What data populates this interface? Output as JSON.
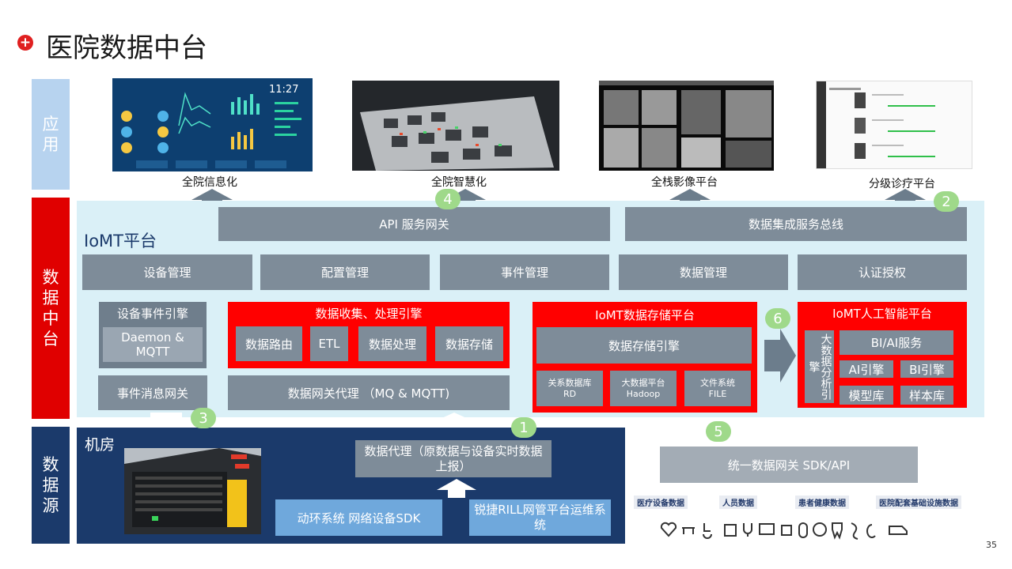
{
  "header": {
    "title": "医院数据中台",
    "bullet_icon": "plus-icon"
  },
  "side_labels": {
    "app": [
      "应",
      "用"
    ],
    "middle": [
      "数",
      "据",
      "中",
      "台"
    ],
    "source": [
      "数",
      "据",
      "源"
    ]
  },
  "apps": [
    {
      "label": "全院信息化"
    },
    {
      "label": "全院智慧化"
    },
    {
      "label": "全栈影像平台"
    },
    {
      "label": "分级诊疗平台"
    }
  ],
  "dashboard_clock": "11:27",
  "platform": {
    "name": "IoMT平台",
    "api_gateway": "API 服务网关",
    "esb": "数据集成服务总线",
    "mgmt": [
      "设备管理",
      "配置管理",
      "事件管理",
      "数据管理",
      "认证授权"
    ],
    "event_engine": {
      "title": "设备事件引擎",
      "daemon": "Daemon &\nMQTT"
    },
    "msg_gateway": "事件消息网关",
    "collect_engine": {
      "title": "数据收集、处理引擎",
      "items": [
        "数据路由",
        "ETL",
        "数据处理",
        "数据存储"
      ]
    },
    "gateway_proxy": "数据网关代理 （MQ & MQTT)",
    "storage": {
      "title": "IoMT数据存储平台",
      "engine": "数据存储引擎",
      "items": [
        {
          "name": "关系数据库",
          "sub": "RD"
        },
        {
          "name": "大数据平台",
          "sub": "Hadoop"
        },
        {
          "name": "文件系统",
          "sub": "FILE"
        }
      ]
    },
    "ai": {
      "title": "IoMT人工智能平台",
      "bigdata": "大数据分析引擎",
      "bi": "BI/AI服务",
      "ai_engine": "AI引擎",
      "bi_engine": "BI引擎",
      "model": "模型库",
      "sample": "样本库"
    }
  },
  "source": {
    "room": "机房",
    "proxy": "数据代理（原数据与设备实时数据上报）",
    "sdk1": "动环系统 网络设备SDK",
    "sdk2": "锐捷RILL网管平台运维系统",
    "unified": "统一数据网关 SDK/API",
    "data_tags": [
      "医疗设备数据",
      "人员数据",
      "患者健康数据",
      "医院配套基础设施数据"
    ],
    "icons": [
      "heart-pulse-icon",
      "stretcher-icon",
      "wheelchair-icon",
      "medical-kit-icon",
      "stethoscope-icon",
      "monitor-icon",
      "chip-icon",
      "pill-icon",
      "brain-icon",
      "tooth-icon",
      "stomach-icon",
      "kidney-icon",
      "ambulance-icon"
    ]
  },
  "circles": [
    "1",
    "2",
    "3",
    "4",
    "5",
    "6"
  ],
  "page_number": "35",
  "colors": {
    "red": "#ff0000",
    "gray": "#7e8c99",
    "navy": "#1b3a6b",
    "light": "#daf0f7",
    "green": "#9fd98a",
    "side_blue": "#b7d3ef",
    "side_red": "#e00000"
  }
}
